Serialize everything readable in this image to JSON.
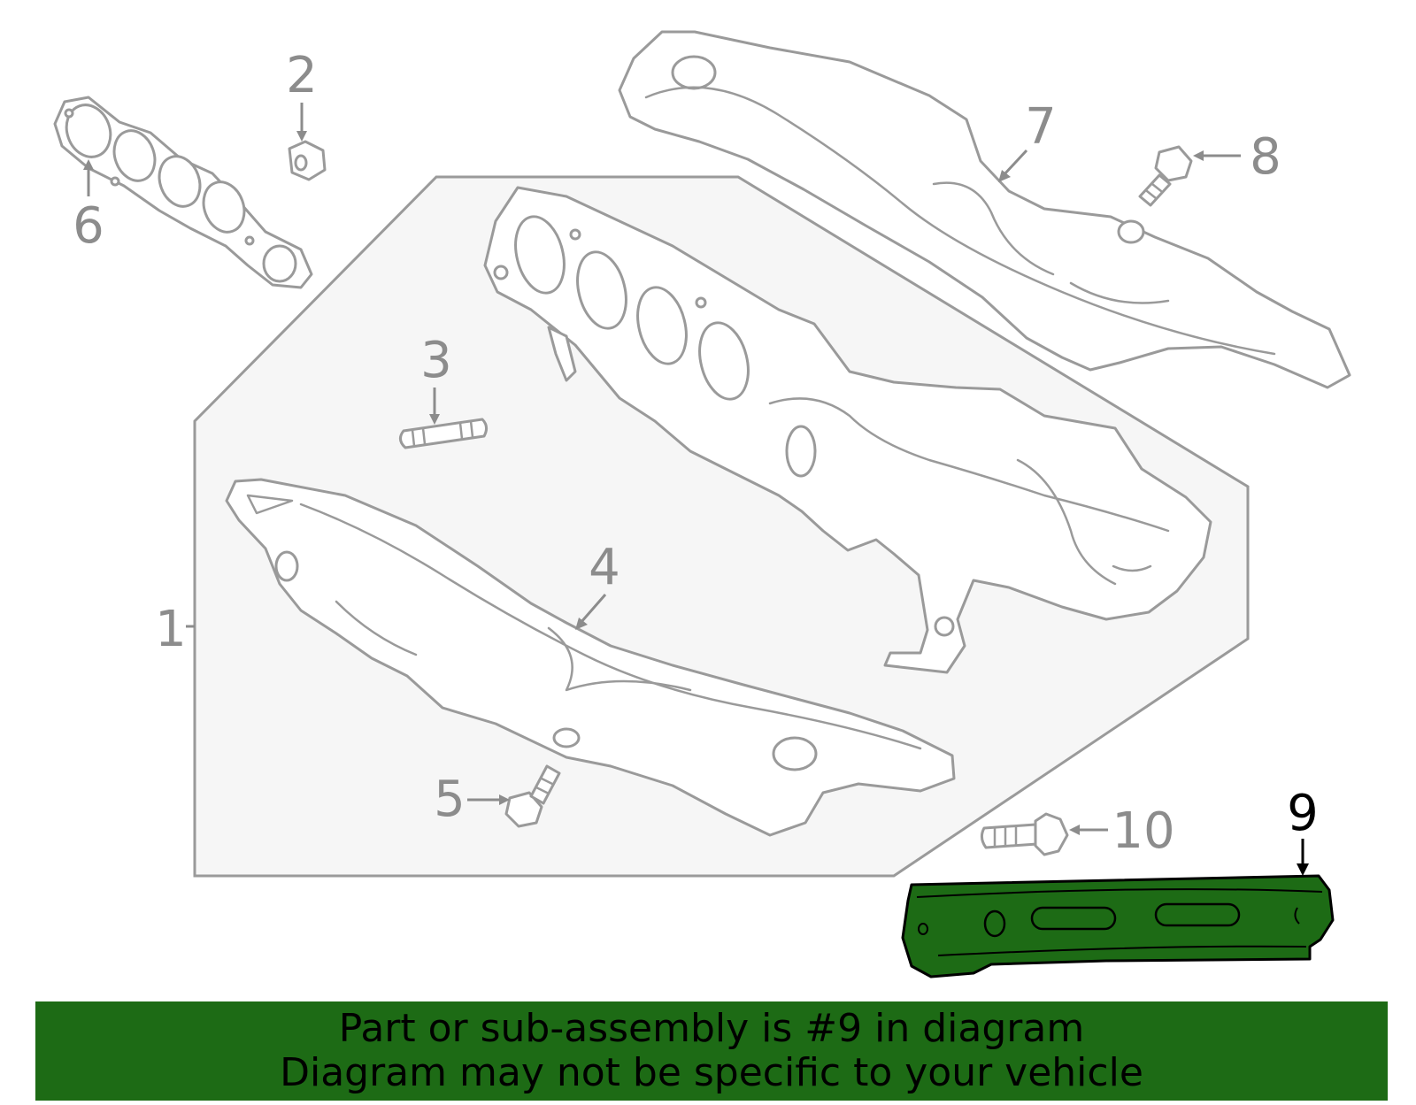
{
  "callouts": {
    "c1": "1",
    "c2": "2",
    "c3": "3",
    "c4": "4",
    "c5": "5",
    "c6": "6",
    "c7": "7",
    "c8": "8",
    "c9": "9",
    "c10": "10"
  },
  "highlighted_part": "9",
  "colors": {
    "highlight": "#1d6b15",
    "line": "#9a9a9a",
    "panel": "#f6f6f6",
    "banner": "#1d6b15"
  },
  "banner": {
    "line1": "Part or sub-assembly is #9 in diagram",
    "line2": "Diagram may not be specific to your vehicle"
  }
}
